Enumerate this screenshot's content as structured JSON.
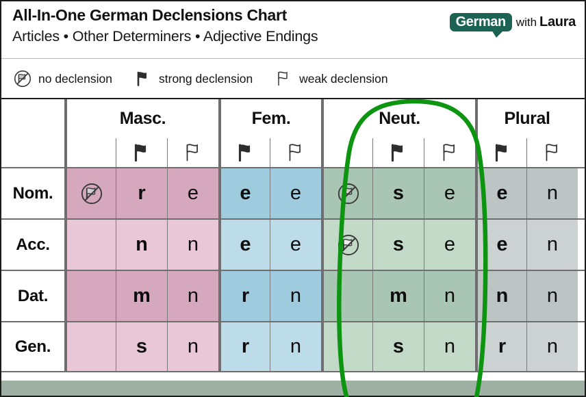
{
  "header": {
    "title": "All-In-One German Declensions Chart",
    "subtitle": "Articles • Other Determiners • Adjective Endings",
    "logo": {
      "brand": "German",
      "connector": "with",
      "name": "Laura",
      "bubble_color": "#1d6354"
    }
  },
  "legend": {
    "items": [
      {
        "icon": "no-declension-icon",
        "label": "no declension"
      },
      {
        "icon": "strong-declension-flag-icon",
        "label": "strong declension"
      },
      {
        "icon": "weak-declension-flag-icon",
        "label": "weak declension"
      }
    ]
  },
  "table": {
    "corner_label": "",
    "gender_groups": [
      {
        "key": "masc",
        "label": "Masc.",
        "color_dark": "#d5a8bd",
        "color_light": "#e9c7d7",
        "subcolumns": [
          "no",
          "strong",
          "weak"
        ]
      },
      {
        "key": "fem",
        "label": "Fem.",
        "color_dark": "#9fcbdf",
        "color_light": "#bddcea",
        "subcolumns": [
          "strong",
          "weak"
        ]
      },
      {
        "key": "neut",
        "label": "Neut.",
        "color_dark": "#a9c6b4",
        "color_light": "#c3dac9",
        "subcolumns": [
          "no",
          "strong",
          "weak"
        ]
      },
      {
        "key": "plural",
        "label": "Plural",
        "color_dark": "#bcc4c4",
        "color_light": "#ccd2d2",
        "subcolumns": [
          "strong",
          "weak"
        ]
      }
    ],
    "subheader_icons": {
      "strong": "strong-declension-flag-icon",
      "weak": "weak-declension-flag-icon"
    },
    "rows": [
      {
        "case": "Nom.",
        "shade": "dark",
        "masc": {
          "no": "no-declension-icon",
          "strong": "r",
          "weak": "e"
        },
        "fem": {
          "strong": "e",
          "weak": "e"
        },
        "neut": {
          "no": "no-declension-icon",
          "strong": "s",
          "weak": "e"
        },
        "plural": {
          "strong": "e",
          "weak": "n"
        }
      },
      {
        "case": "Acc.",
        "shade": "light",
        "masc": {
          "no": "",
          "strong": "n",
          "weak": "n"
        },
        "fem": {
          "strong": "e",
          "weak": "e"
        },
        "neut": {
          "no": "no-declension-icon",
          "strong": "s",
          "weak": "e"
        },
        "plural": {
          "strong": "e",
          "weak": "n"
        }
      },
      {
        "case": "Dat.",
        "shade": "dark",
        "masc": {
          "no": "",
          "strong": "m",
          "weak": "n"
        },
        "fem": {
          "strong": "r",
          "weak": "n"
        },
        "neut": {
          "no": "",
          "strong": "m",
          "weak": "n"
        },
        "plural": {
          "strong": "n",
          "weak": "n"
        }
      },
      {
        "case": "Gen.",
        "shade": "light",
        "masc": {
          "no": "",
          "strong": "s",
          "weak": "n"
        },
        "fem": {
          "strong": "r",
          "weak": "n"
        },
        "neut": {
          "no": "",
          "strong": "s",
          "weak": "n"
        },
        "plural": {
          "strong": "r",
          "weak": "n"
        }
      }
    ]
  },
  "annotation": {
    "type": "hand-drawn-oval",
    "color": "#119911",
    "target": "Neut."
  }
}
